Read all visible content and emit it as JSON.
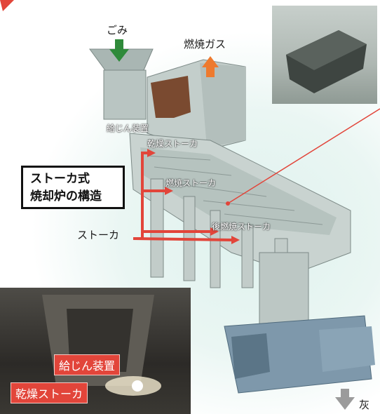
{
  "labels": {
    "garbage": "ごみ",
    "combustion_gas": "燃焼ガス",
    "feeder": "給じん装置",
    "drying_stoker": "乾燥ストーカ",
    "combustion_stoker": "燃焼ストーカ",
    "post_combustion_stoker": "後燃焼ストーカ",
    "stoker": "ストーカ",
    "ash": "灰"
  },
  "title": {
    "line1": "ストーカ式",
    "line2": "焼却炉の構造"
  },
  "photo_tags": {
    "feeder": "給じん装置",
    "drying_stoker": "乾燥ストーカ"
  },
  "colors": {
    "red": "#e2453a",
    "green_arrow": "#2f8a3a",
    "orange_arrow": "#ee7a2e",
    "gray_arrow": "#9b9b9b"
  }
}
